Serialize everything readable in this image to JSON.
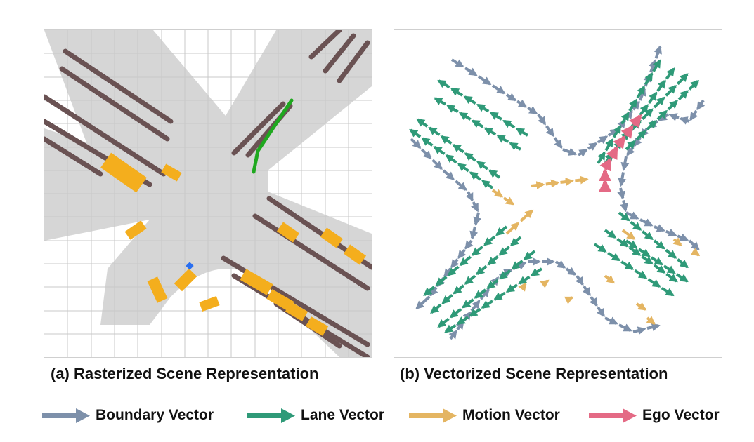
{
  "panels": {
    "a": {
      "caption": "(a) Rasterized Scene Representation"
    },
    "b": {
      "caption": "(b) Vectorized Scene Representation"
    }
  },
  "legend": [
    {
      "label": "Boundary Vector",
      "color": "#7d90aa",
      "icon": "boundary-arrow-icon"
    },
    {
      "label": "Lane Vector",
      "color": "#2f9a78",
      "icon": "lane-arrow-icon"
    },
    {
      "label": "Motion Vector",
      "color": "#e4b562",
      "icon": "motion-arrow-icon"
    },
    {
      "label": "Ego Vector",
      "color": "#e46a85",
      "icon": "ego-arrow-icon"
    }
  ],
  "colors": {
    "road": "#d6d6d6",
    "grid": "#c8c8c8",
    "lane_raster": "#6a5253",
    "vehicle": "#f4ae1d",
    "ego_trajectory": "#1fa81f",
    "ego_marker": "#2a6ff0"
  }
}
